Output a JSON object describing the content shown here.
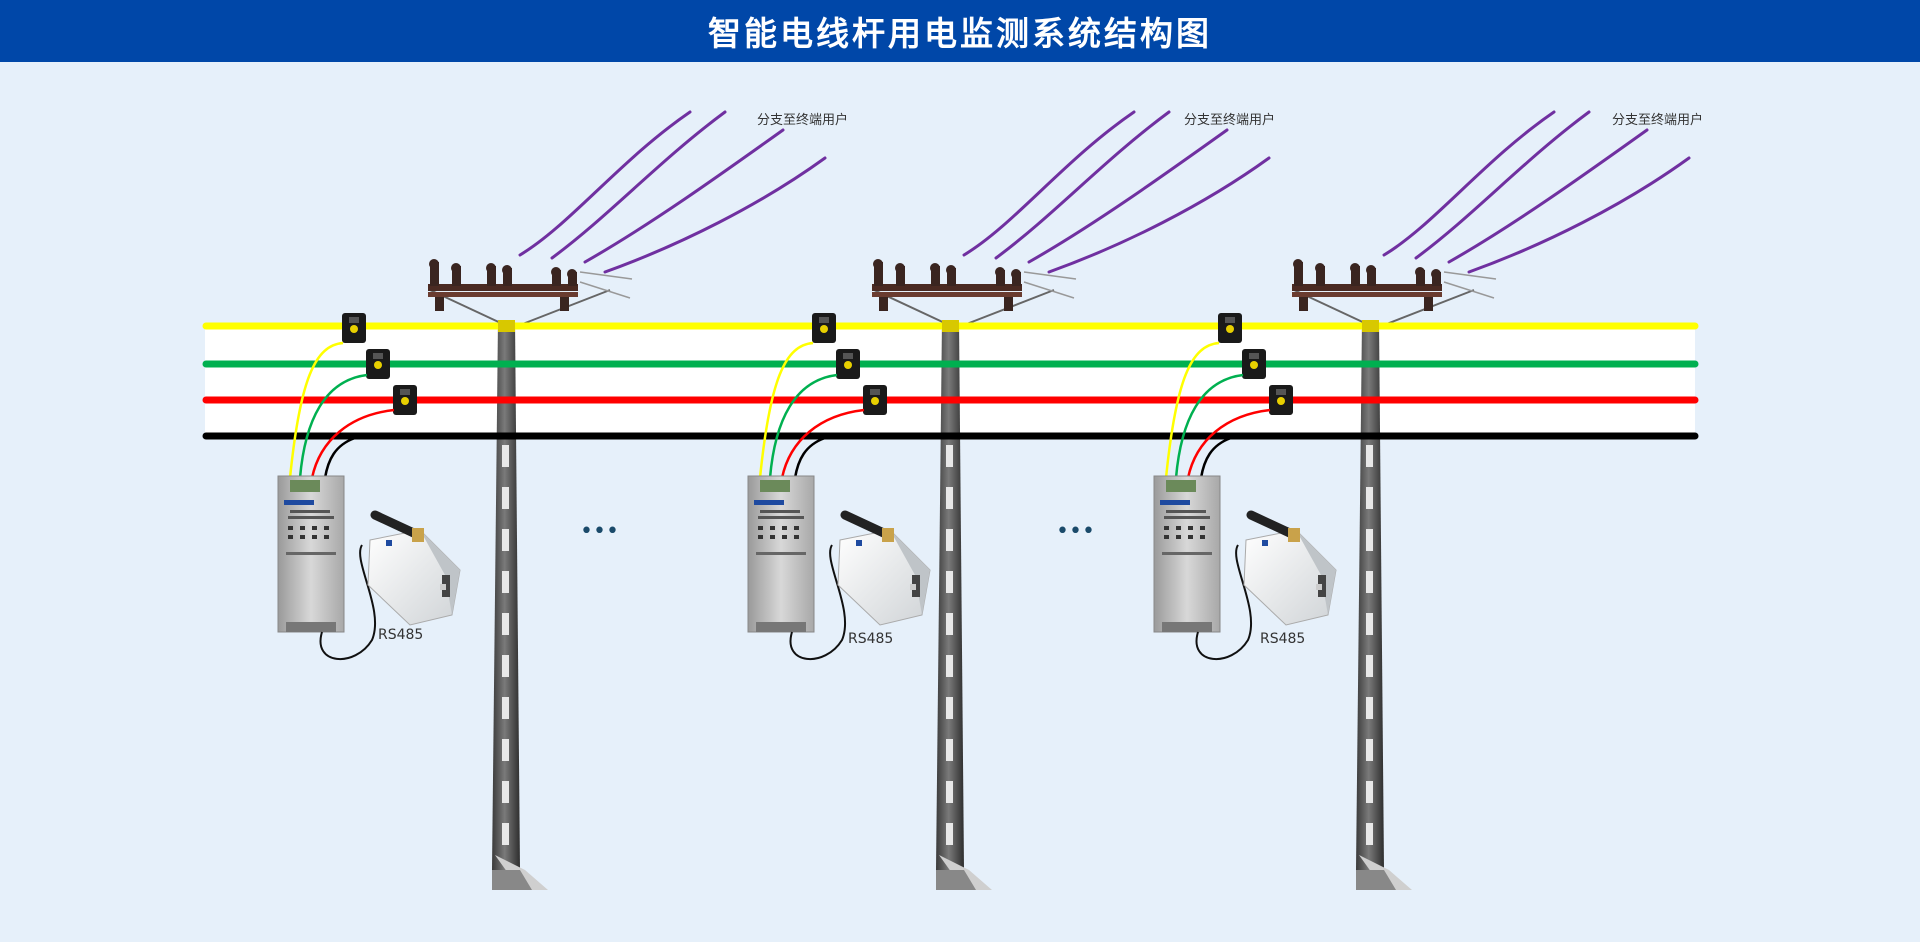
{
  "header": {
    "title": "智能电线杆用电监测系统结构图"
  },
  "colors": {
    "header_bg": "#0047a8",
    "background": "#e6f0fa",
    "phase_a": "#ffff00",
    "phase_b": "#00b050",
    "phase_c": "#ff0000",
    "neutral": "#000000",
    "branch_wire": "#7030a0"
  },
  "units": [
    {
      "branch_label": "分支至终端用户",
      "rs485_label": "RS485"
    },
    {
      "branch_label": "分支至终端用户",
      "rs485_label": "RS485"
    },
    {
      "branch_label": "分支至终端用户",
      "rs485_label": "RS485"
    }
  ],
  "ellipsis": [
    "•••",
    "•••"
  ]
}
